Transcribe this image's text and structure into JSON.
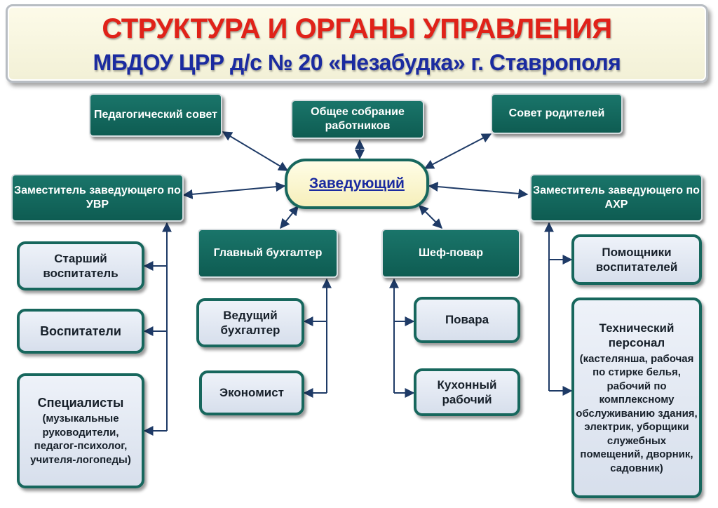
{
  "title": {
    "line1": "СТРУКТУРА И ОРГАНЫ УПРАВЛЕНИЯ",
    "line2": "МБДОУ ЦРР д/с № 20 «Незабудка» г. Ставрополя"
  },
  "nodes": {
    "pedagogical_council": "Педагогический совет",
    "general_meeting": "Общее собрание работников",
    "parents_council": "Совет родителей",
    "head": "Заведующий",
    "deputy_uvr": "Заместитель заведующего по УВР",
    "deputy_ahr": "Заместитель заведующего по АХР",
    "chief_accountant": "Главный бухгалтер",
    "chef": "Шеф-повар",
    "senior_educator": "Старший воспитатель",
    "educators": "Воспитатели",
    "specialists": "Специалисты",
    "specialists_note": "(музыкальные руководители, педагог-психолог, учителя-логопеды)",
    "leading_accountant": "Ведущий бухгалтер",
    "economist": "Экономист",
    "cooks": "Повара",
    "kitchen_worker": "Кухонный рабочий",
    "assistant_educators": "Помощники воспитателей",
    "technical_staff": "Технический персонал",
    "technical_staff_note": "(кастелянша, рабочая по стирке белья, рабочий по комплексному обслуживанию здания, электрик, уборщики служебных помещений, дворник, садовник)"
  },
  "colors": {
    "dark_box": "#0e5c52",
    "light_box": "#dfe6f1",
    "line": "#1e3a66",
    "title_red": "#e02219",
    "title_blue": "#1b2ba0"
  }
}
